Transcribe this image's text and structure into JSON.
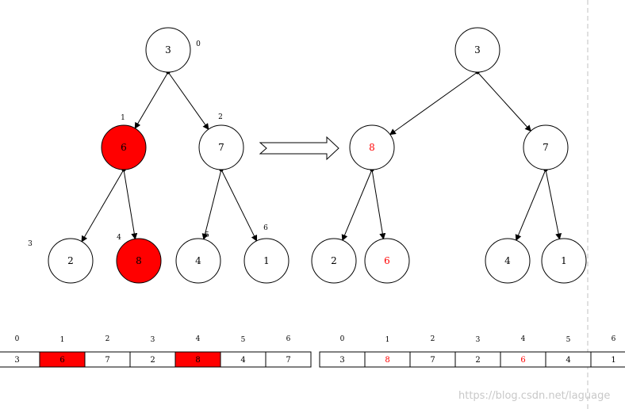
{
  "colors": {
    "highlight": "#ff0000",
    "line": "#000000",
    "dashed": "#c0c0c0",
    "watermark": "#c8c8c8"
  },
  "before": {
    "nodes": [
      {
        "id": "n0",
        "value": "3",
        "index": "0",
        "highlight": false
      },
      {
        "id": "n1",
        "value": "6",
        "index": "1",
        "highlight": true
      },
      {
        "id": "n2",
        "value": "7",
        "index": "2",
        "highlight": false
      },
      {
        "id": "n3",
        "value": "2",
        "index": "3",
        "highlight": false
      },
      {
        "id": "n4",
        "value": "8",
        "index": "4",
        "highlight": true
      },
      {
        "id": "n5",
        "value": "4",
        "index": "5",
        "highlight": false
      },
      {
        "id": "n6",
        "value": "1",
        "index": "6",
        "highlight": false
      }
    ],
    "array": {
      "indices": [
        "0",
        "1",
        "2",
        "3",
        "4",
        "5",
        "6"
      ],
      "values": [
        "3",
        "6",
        "7",
        "2",
        "8",
        "4",
        "7"
      ],
      "highlight": [
        false,
        true,
        false,
        false,
        true,
        false,
        false
      ]
    }
  },
  "after": {
    "nodes": [
      {
        "id": "m0",
        "value": "3",
        "red_text": false
      },
      {
        "id": "m1",
        "value": "8",
        "red_text": true
      },
      {
        "id": "m2",
        "value": "7",
        "red_text": false
      },
      {
        "id": "m3",
        "value": "2",
        "red_text": false
      },
      {
        "id": "m4",
        "value": "6",
        "red_text": true
      },
      {
        "id": "m5",
        "value": "4",
        "red_text": false
      },
      {
        "id": "m6",
        "value": "1",
        "red_text": false
      }
    ],
    "array": {
      "indices": [
        "0",
        "1",
        "2",
        "3",
        "4",
        "5",
        "6"
      ],
      "values": [
        "3",
        "8",
        "7",
        "2",
        "6",
        "4",
        "1"
      ],
      "red_text": [
        false,
        true,
        false,
        false,
        true,
        false,
        false
      ]
    }
  },
  "watermark": "https://blog.csdn.net/laguage"
}
